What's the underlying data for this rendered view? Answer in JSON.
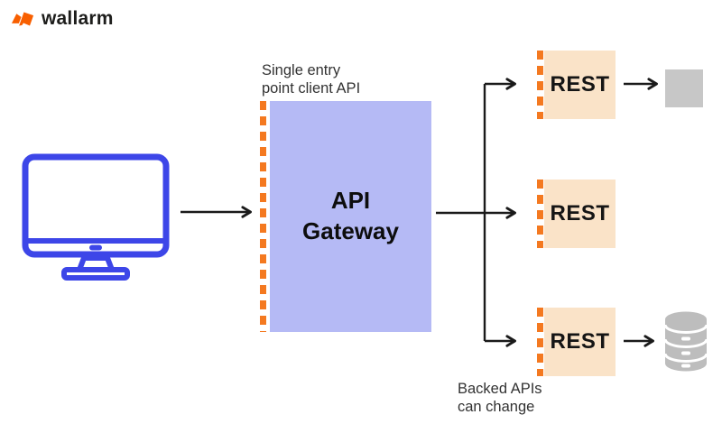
{
  "brand": {
    "name": "wallarm",
    "logo_icon": "wallarm-flash-icon",
    "logo_color": "#f85f00"
  },
  "labels": {
    "entry_annotation": "Single entry\npoint client API",
    "gateway": "API\nGateway",
    "rest": [
      "REST",
      "REST",
      "REST"
    ],
    "backend_annotation": "Backed APIs\ncan change"
  },
  "icons": {
    "client": "desktop-monitor-icon",
    "backend_top": "square-placeholder",
    "backend_bottom": "database-icon"
  },
  "colors": {
    "gateway_fill": "#b5baf5",
    "rest_fill": "#fae3c8",
    "dash_orange": "#f47920",
    "client_blue": "#3d46e8",
    "square_gray": "#c7c7c7",
    "database_gray": "#bdbdbd",
    "arrow": "#1a1a1a",
    "annotation_text": "#323232",
    "brand_orange": "#f85f00"
  }
}
